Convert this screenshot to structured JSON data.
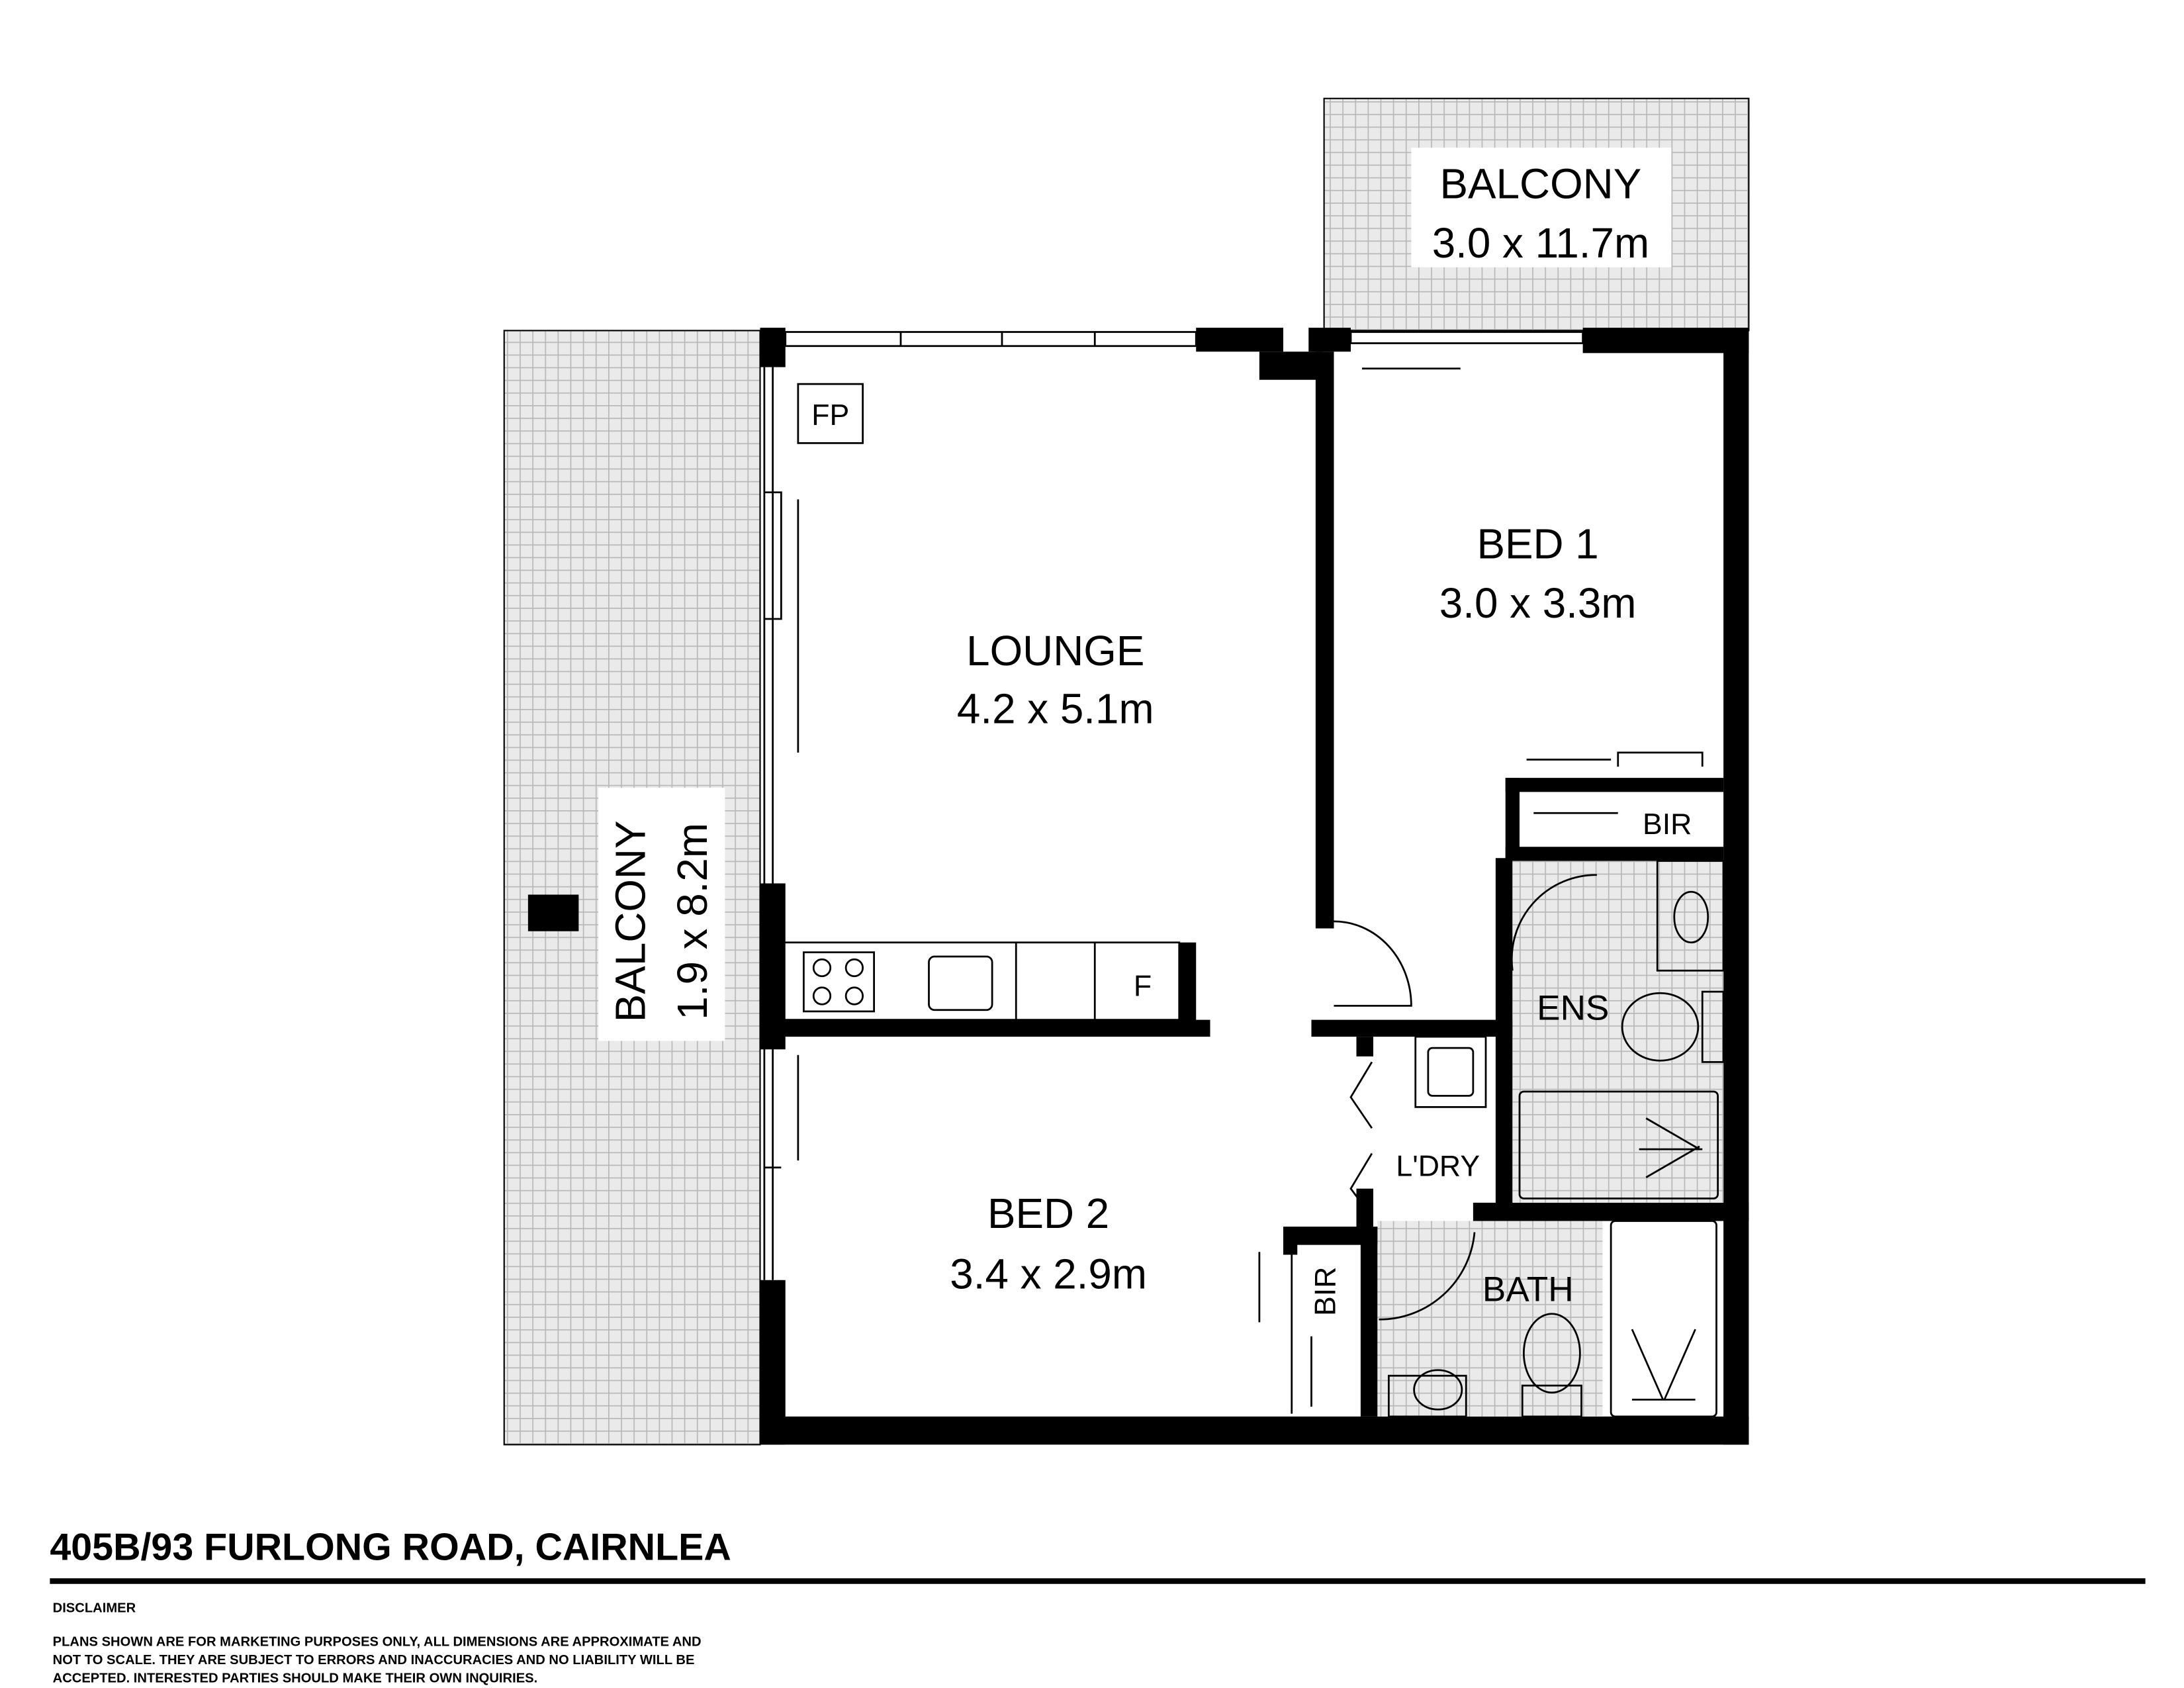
{
  "title": "405B/93 FURLONG ROAD, CAIRNLEA",
  "disclaimer": {
    "heading": "DISCLAIMER",
    "lines": [
      "PLANS SHOWN ARE FOR MARKETING PURPOSES ONLY, ALL DIMENSIONS ARE APPROXIMATE AND",
      "NOT TO SCALE. THEY ARE SUBJECT  TO ERRORS AND INACCURACIES AND NO LIABILITY WILL BE",
      "ACCEPTED. INTERESTED PARTIES SHOULD MAKE THEIR OWN INQUIRIES."
    ]
  },
  "rooms": {
    "balcony_top": {
      "name": "BALCONY",
      "size": "3.0 x 11.7m"
    },
    "balcony_left": {
      "name": "BALCONY",
      "size": "1.9 x 8.2m"
    },
    "lounge": {
      "name": "LOUNGE",
      "size": "4.2 x 5.1m"
    },
    "bed1": {
      "name": "BED 1",
      "size": "3.0 x 3.3m"
    },
    "bed2": {
      "name": "BED 2",
      "size": "3.4 x 2.9m"
    },
    "bir1": "BIR",
    "bir2": "BIR",
    "ens": "ENS",
    "laundry": "L'DRY",
    "bath": "BATH",
    "fridge": "F",
    "fireplace": "FP"
  },
  "colors": {
    "wall": "#000000",
    "tile": "#bdbdbd",
    "tile_bg": "#e6e6e6"
  }
}
